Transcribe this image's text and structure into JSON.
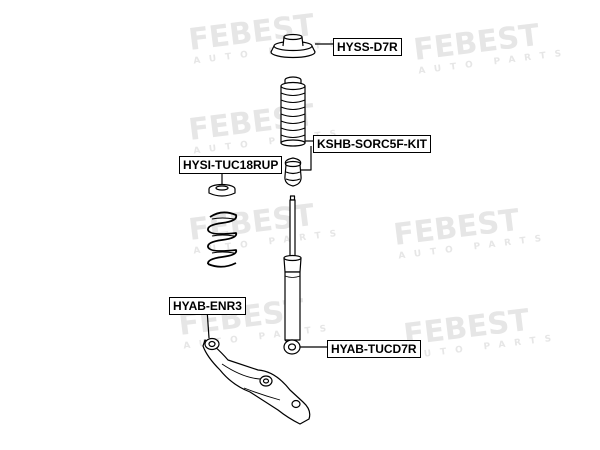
{
  "diagram": {
    "watermark": {
      "brand": "FEBEST",
      "sub": "AUTO PARTS"
    },
    "parts": [
      {
        "label": "HYSS-D7R",
        "component": "strut mount"
      },
      {
        "label": "KSHB-SORC5F-KIT",
        "component": "dust boot and bump stop kit"
      },
      {
        "label": "HYSI-TUC18RUP",
        "component": "spring insulator"
      },
      {
        "label": "HYAB-ENR3",
        "component": "control arm bushing"
      },
      {
        "label": "HYAB-TUCD7R",
        "component": "shock absorber bushing"
      }
    ],
    "colors": {
      "line": "#000000",
      "background": "#ffffff",
      "watermark": "#e6e6e6"
    }
  }
}
